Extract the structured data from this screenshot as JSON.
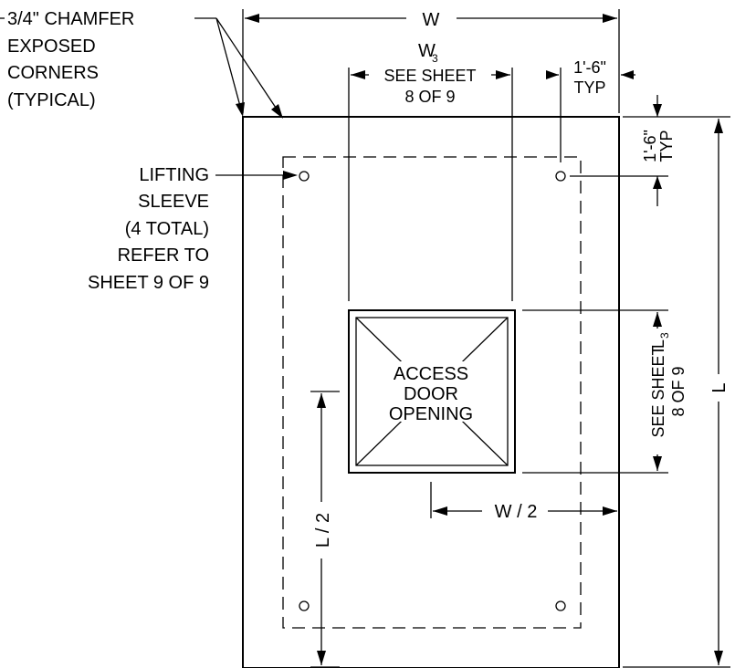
{
  "notes": {
    "chamfer": [
      "3/4\" CHAMFER",
      "EXPOSED",
      "CORNERS",
      "(TYPICAL)"
    ],
    "lifting": [
      "LIFTING",
      "SLEEVE",
      "(4 TOTAL)",
      "REFER TO",
      "SHEET 9 OF 9"
    ],
    "access": [
      "ACCESS",
      "DOOR",
      "OPENING"
    ]
  },
  "dimensions": {
    "overall_width": "W",
    "overall_length": "L",
    "w3": {
      "symbol": "W",
      "subscript": "3",
      "line1": "SEE SHEET",
      "line2": "8 OF 9"
    },
    "l3": {
      "symbol": "L",
      "subscript": "3",
      "line1": "SEE SHEET",
      "line2": "8 OF 9"
    },
    "edge_offset_horizontal": [
      "1'-6\"",
      "TYP"
    ],
    "edge_offset_vertical": [
      "1'-6\"",
      "TYP"
    ],
    "half_width": "W / 2",
    "half_length": "L / 2"
  }
}
